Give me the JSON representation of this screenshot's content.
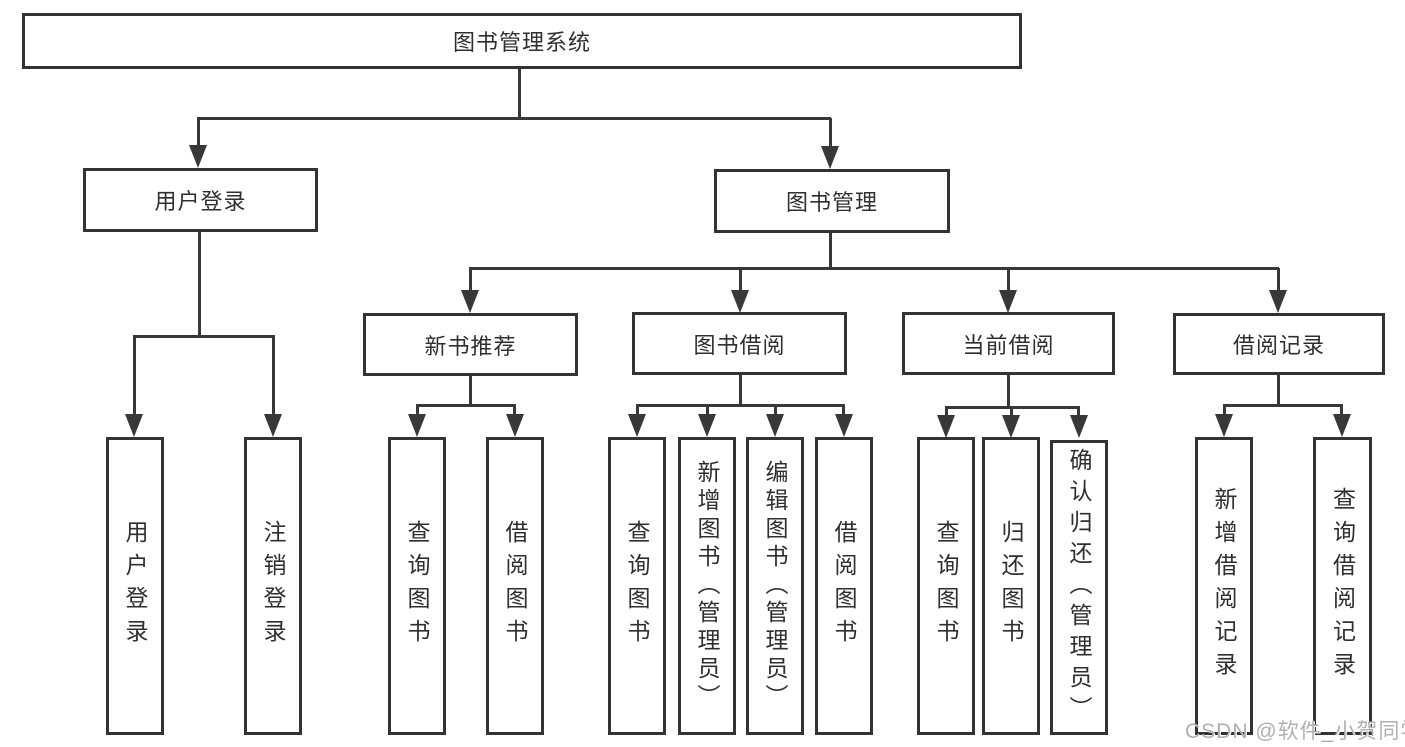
{
  "diagram": {
    "root": {
      "label": "图书管理系统"
    },
    "level2": [
      {
        "label": "用户登录"
      },
      {
        "label": "图书管理"
      }
    ],
    "level3": [
      {
        "label": "新书推荐"
      },
      {
        "label": "图书借阅"
      },
      {
        "label": "当前借阅"
      },
      {
        "label": "借阅记录"
      }
    ],
    "leaves": {
      "user_login": [
        "用户登录",
        "注销登录"
      ],
      "new_book": [
        "查询图书",
        "借阅图书"
      ],
      "book_borrow": [
        "查询图书",
        "新增图书（管理员）",
        "编辑图书（管理员）",
        "借阅图书"
      ],
      "current_borrow": [
        "查询图书",
        "归还图书",
        "确认归还（管理员）"
      ],
      "borrow_record": [
        "新增借阅记录",
        "查询借阅记录"
      ]
    },
    "watermark": "CSDN @软件_小贺同学",
    "colors": {
      "line": "#383838",
      "box_border": "#333333",
      "text": "#2f2f2f",
      "watermark": "#b0b0b0",
      "background": "#ffffff"
    }
  }
}
